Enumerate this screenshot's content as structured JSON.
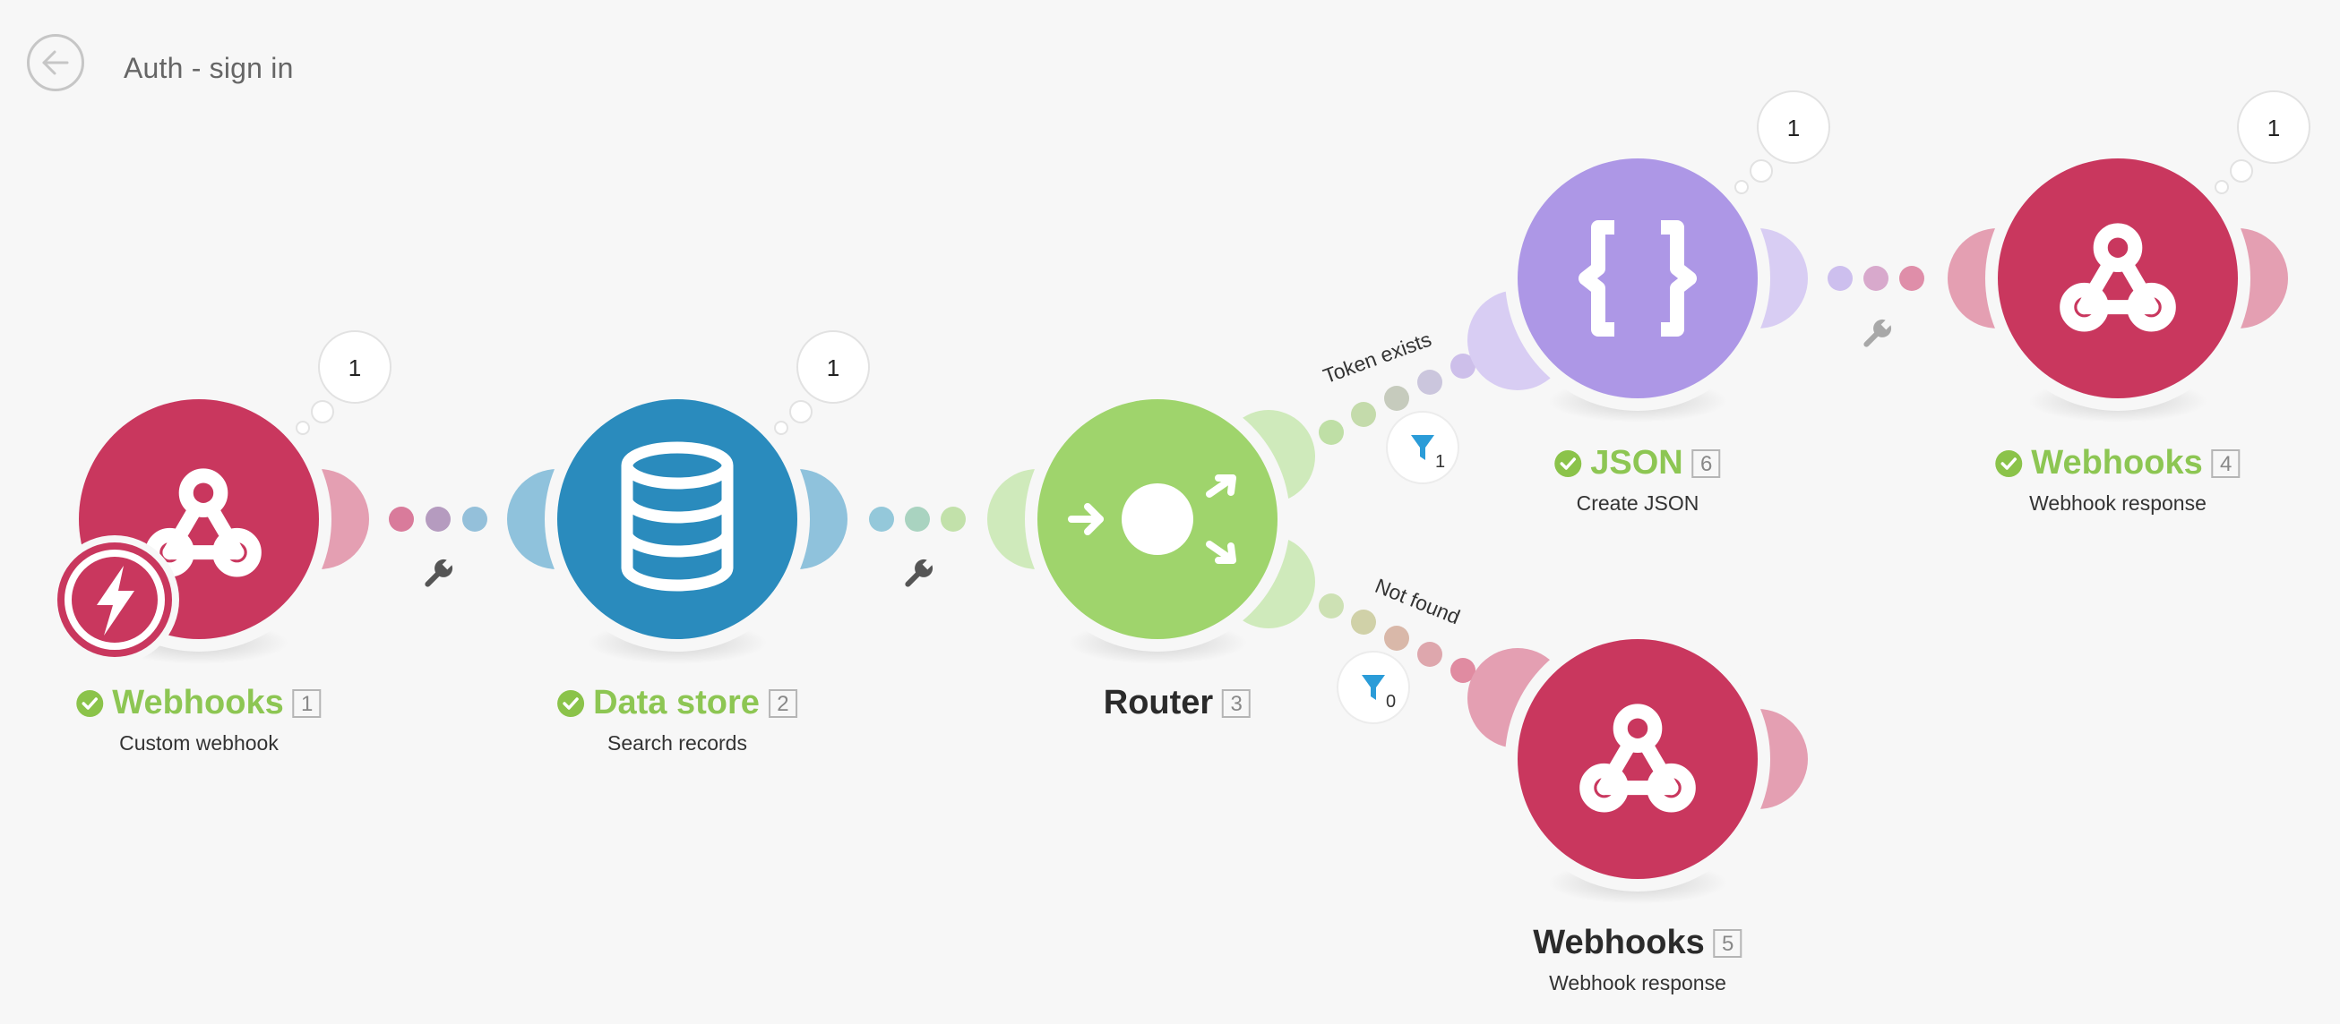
{
  "header": {
    "title": "Auth - sign in",
    "back_icon": "arrow-left-circle-icon"
  },
  "colors": {
    "webhook": "#c9375e",
    "webhook_light": "#e49fb2",
    "datastore": "#2a8bbd",
    "datastore_light": "#8fc2dc",
    "router": "#9fd46c",
    "router_light": "#cfeabb",
    "json": "#ad97e6",
    "json_light": "#d8cdf3",
    "success": "#8bc34a",
    "filter": "#2b9cd8"
  },
  "modules": [
    {
      "id": "m1",
      "name": "Webhooks",
      "number": "1",
      "subtitle": "Custom webhook",
      "status": "success",
      "icon": "webhook-icon",
      "badge_icon": "instant-trigger-icon",
      "bubble": "1"
    },
    {
      "id": "m2",
      "name": "Data store",
      "number": "2",
      "subtitle": "Search records",
      "status": "success",
      "icon": "database-icon",
      "bubble": "1"
    },
    {
      "id": "m3",
      "name": "Router",
      "number": "3",
      "subtitle": "",
      "status": "none",
      "icon": "router-icon",
      "bubble": ""
    },
    {
      "id": "m6",
      "name": "JSON",
      "number": "6",
      "subtitle": "Create JSON",
      "status": "success",
      "icon": "json-braces-icon",
      "bubble": "1"
    },
    {
      "id": "m4",
      "name": "Webhooks",
      "number": "4",
      "subtitle": "Webhook response",
      "status": "success",
      "icon": "webhook-icon",
      "bubble": "1"
    },
    {
      "id": "m5",
      "name": "Webhooks",
      "number": "5",
      "subtitle": "Webhook response",
      "status": "none",
      "icon": "webhook-icon",
      "bubble": ""
    }
  ],
  "routes": [
    {
      "label": "Token exists",
      "filter_count": "1",
      "filter_icon": "filter-icon"
    },
    {
      "label": "Not found",
      "filter_count": "0",
      "filter_icon": "filter-icon"
    }
  ],
  "connection_icon": "wrench-icon"
}
